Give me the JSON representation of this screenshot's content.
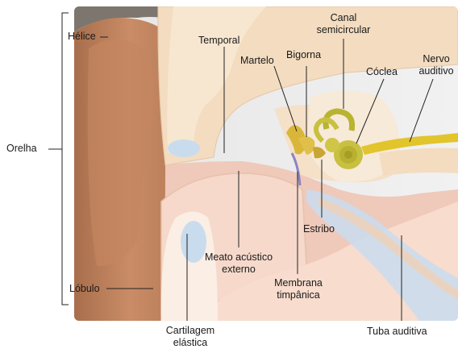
{
  "labels": {
    "orelha": "Orelha",
    "helice": "Hélice",
    "lobulo": "Lóbulo",
    "temporal": "Temporal",
    "martelo": "Martelo",
    "bigorna": "Bigorna",
    "canal_l1": "Canal",
    "canal_l2": "semicircular",
    "coclea": "Cóclea",
    "nervo_l1": "Nervo",
    "nervo_l2": "auditivo",
    "estribo": "Estribo",
    "meato_l1": "Meato acústico",
    "meato_l2": "externo",
    "membrana_l1": "Membrana",
    "membrana_l2": "timpânica",
    "cartilagem_l1": "Cartilagem",
    "cartilagem_l2": "elástica",
    "tuba": "Tuba auditiva"
  },
  "colors": {
    "skin_dark": "#b77a55",
    "skin_mid": "#d29a75",
    "bone": "#f3dcc0",
    "bone_light": "#fae9d2",
    "tissue_pink": "#efc9b9",
    "canal_pink": "#f6d9cb",
    "cartilage_blue": "#c9dcee",
    "ossicle_gold": "#d8b63a",
    "nerve_yellow": "#e2c42c",
    "cochlea_green": "#c8c040",
    "membrane_purple": "#8c84c6"
  }
}
